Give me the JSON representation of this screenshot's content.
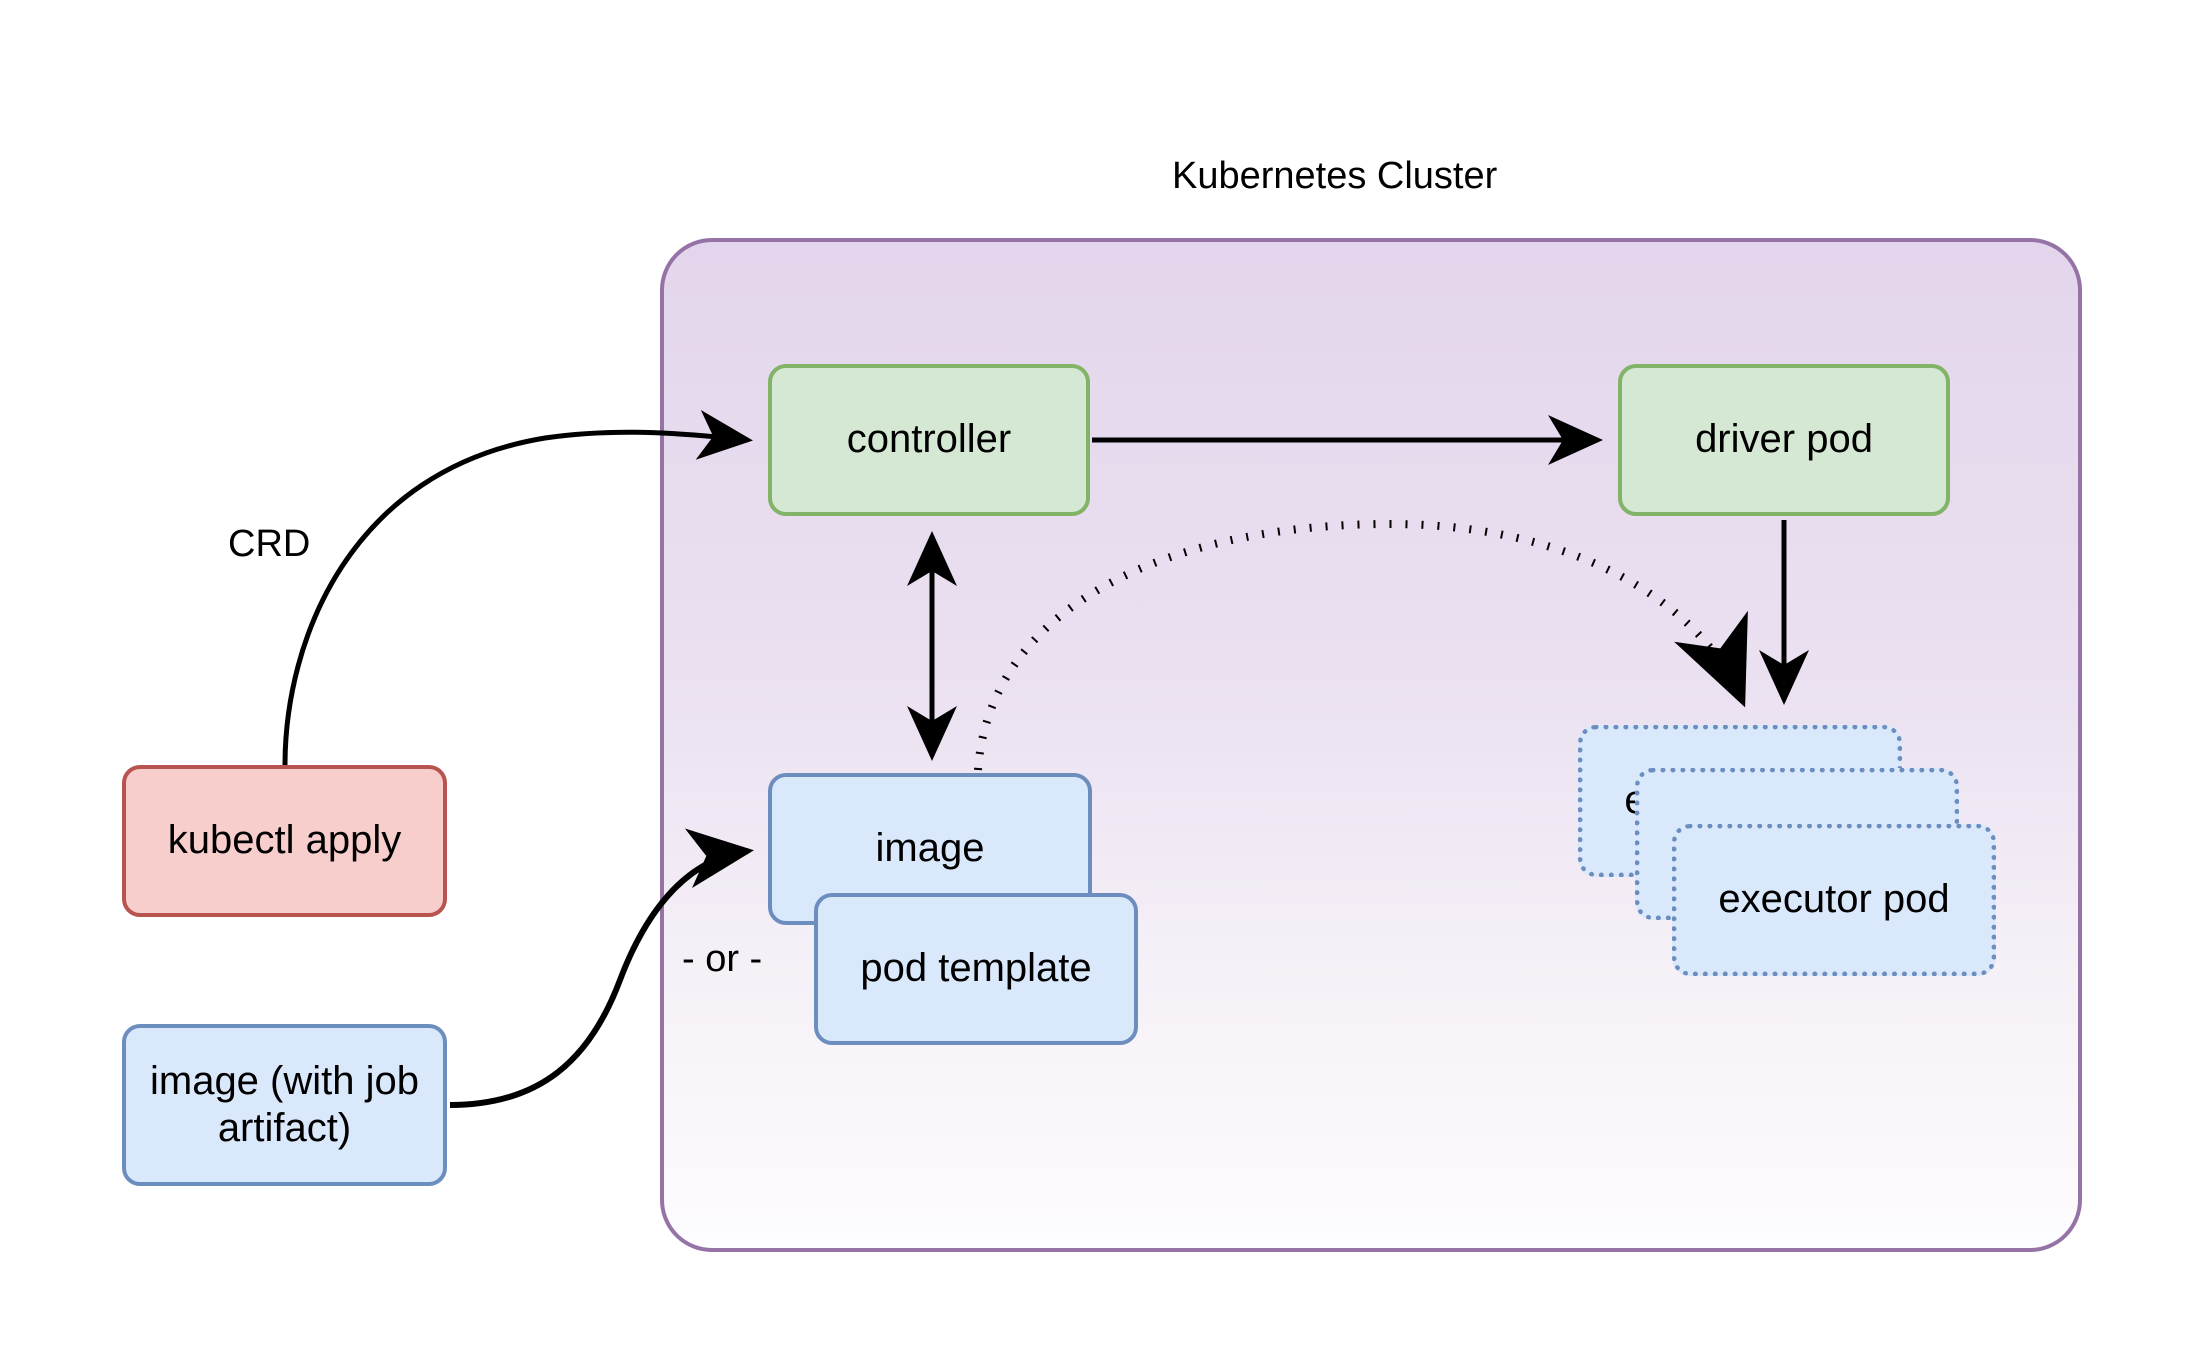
{
  "diagram": {
    "type": "architecture-flow",
    "background": "#ffffff",
    "cluster": {
      "title": "Kubernetes Cluster",
      "border_color": "#9673a6",
      "fill_gradient_from": "#e3d6ec",
      "fill_gradient_to": "#fdfcfe"
    },
    "palette": {
      "green_fill": "#d5e8d4",
      "green_stroke": "#82b366",
      "blue_fill": "#dae8fc",
      "blue_stroke": "#6c8ebf",
      "red_fill": "#f8cecc",
      "red_stroke": "#b85450",
      "purple_stroke": "#9673a6",
      "edge_color": "#000000"
    },
    "nodes": {
      "controller": {
        "label": "controller",
        "style": "green"
      },
      "driver_pod": {
        "label": "driver pod",
        "style": "green"
      },
      "image": {
        "label": "image",
        "style": "blue-solid"
      },
      "pod_template": {
        "label": "pod template",
        "style": "blue-solid"
      },
      "kubectl_apply": {
        "label": "kubectl apply",
        "style": "red"
      },
      "image_with_job_artifact": {
        "label": "image (with job artifact)",
        "style": "blue-solid"
      },
      "executor_pod_back": {
        "label": "executor pod",
        "style": "blue-dotted"
      },
      "executor_pod_mid": {
        "label": "executor pod",
        "style": "blue-dotted"
      },
      "executor_pod_front": {
        "label": "executor pod",
        "style": "blue-dotted"
      }
    },
    "edge_labels": {
      "crd": "CRD",
      "or": "- or -"
    },
    "edges": [
      {
        "from": "kubectl_apply",
        "to": "controller",
        "label": "CRD",
        "style": "solid-curved",
        "arrow": "end"
      },
      {
        "from": "controller",
        "to": "driver_pod",
        "label": "",
        "style": "solid-straight",
        "arrow": "end"
      },
      {
        "from": "controller",
        "to": "image",
        "label": "",
        "style": "solid-straight",
        "arrow": "both"
      },
      {
        "from": "image",
        "to": "executor_pod_back",
        "label": "",
        "style": "dotted-curved",
        "arrow": "end"
      },
      {
        "from": "driver_pod",
        "to": "executor_pod_back",
        "label": "",
        "style": "solid-straight",
        "arrow": "end"
      },
      {
        "from": "image_with_job_artifact",
        "to": "image",
        "label": "- or -",
        "style": "solid-curved",
        "arrow": "end"
      }
    ]
  }
}
